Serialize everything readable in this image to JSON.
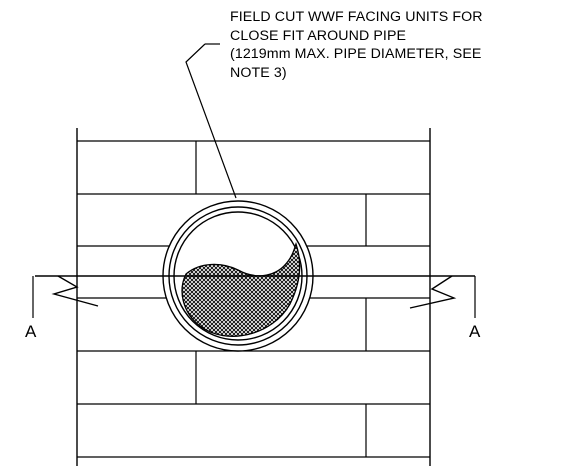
{
  "callout": {
    "lines": [
      "FIELD CUT WWF FACING UNITS FOR",
      "CLOSE FIT AROUND PIPE",
      "(1219mm MAX. PIPE DIAMETER, SEE",
      "NOTE 3)"
    ]
  },
  "section_cut": {
    "left_label": "A",
    "right_label": "A"
  },
  "colors": {
    "line": "#000000",
    "background": "#ffffff"
  }
}
